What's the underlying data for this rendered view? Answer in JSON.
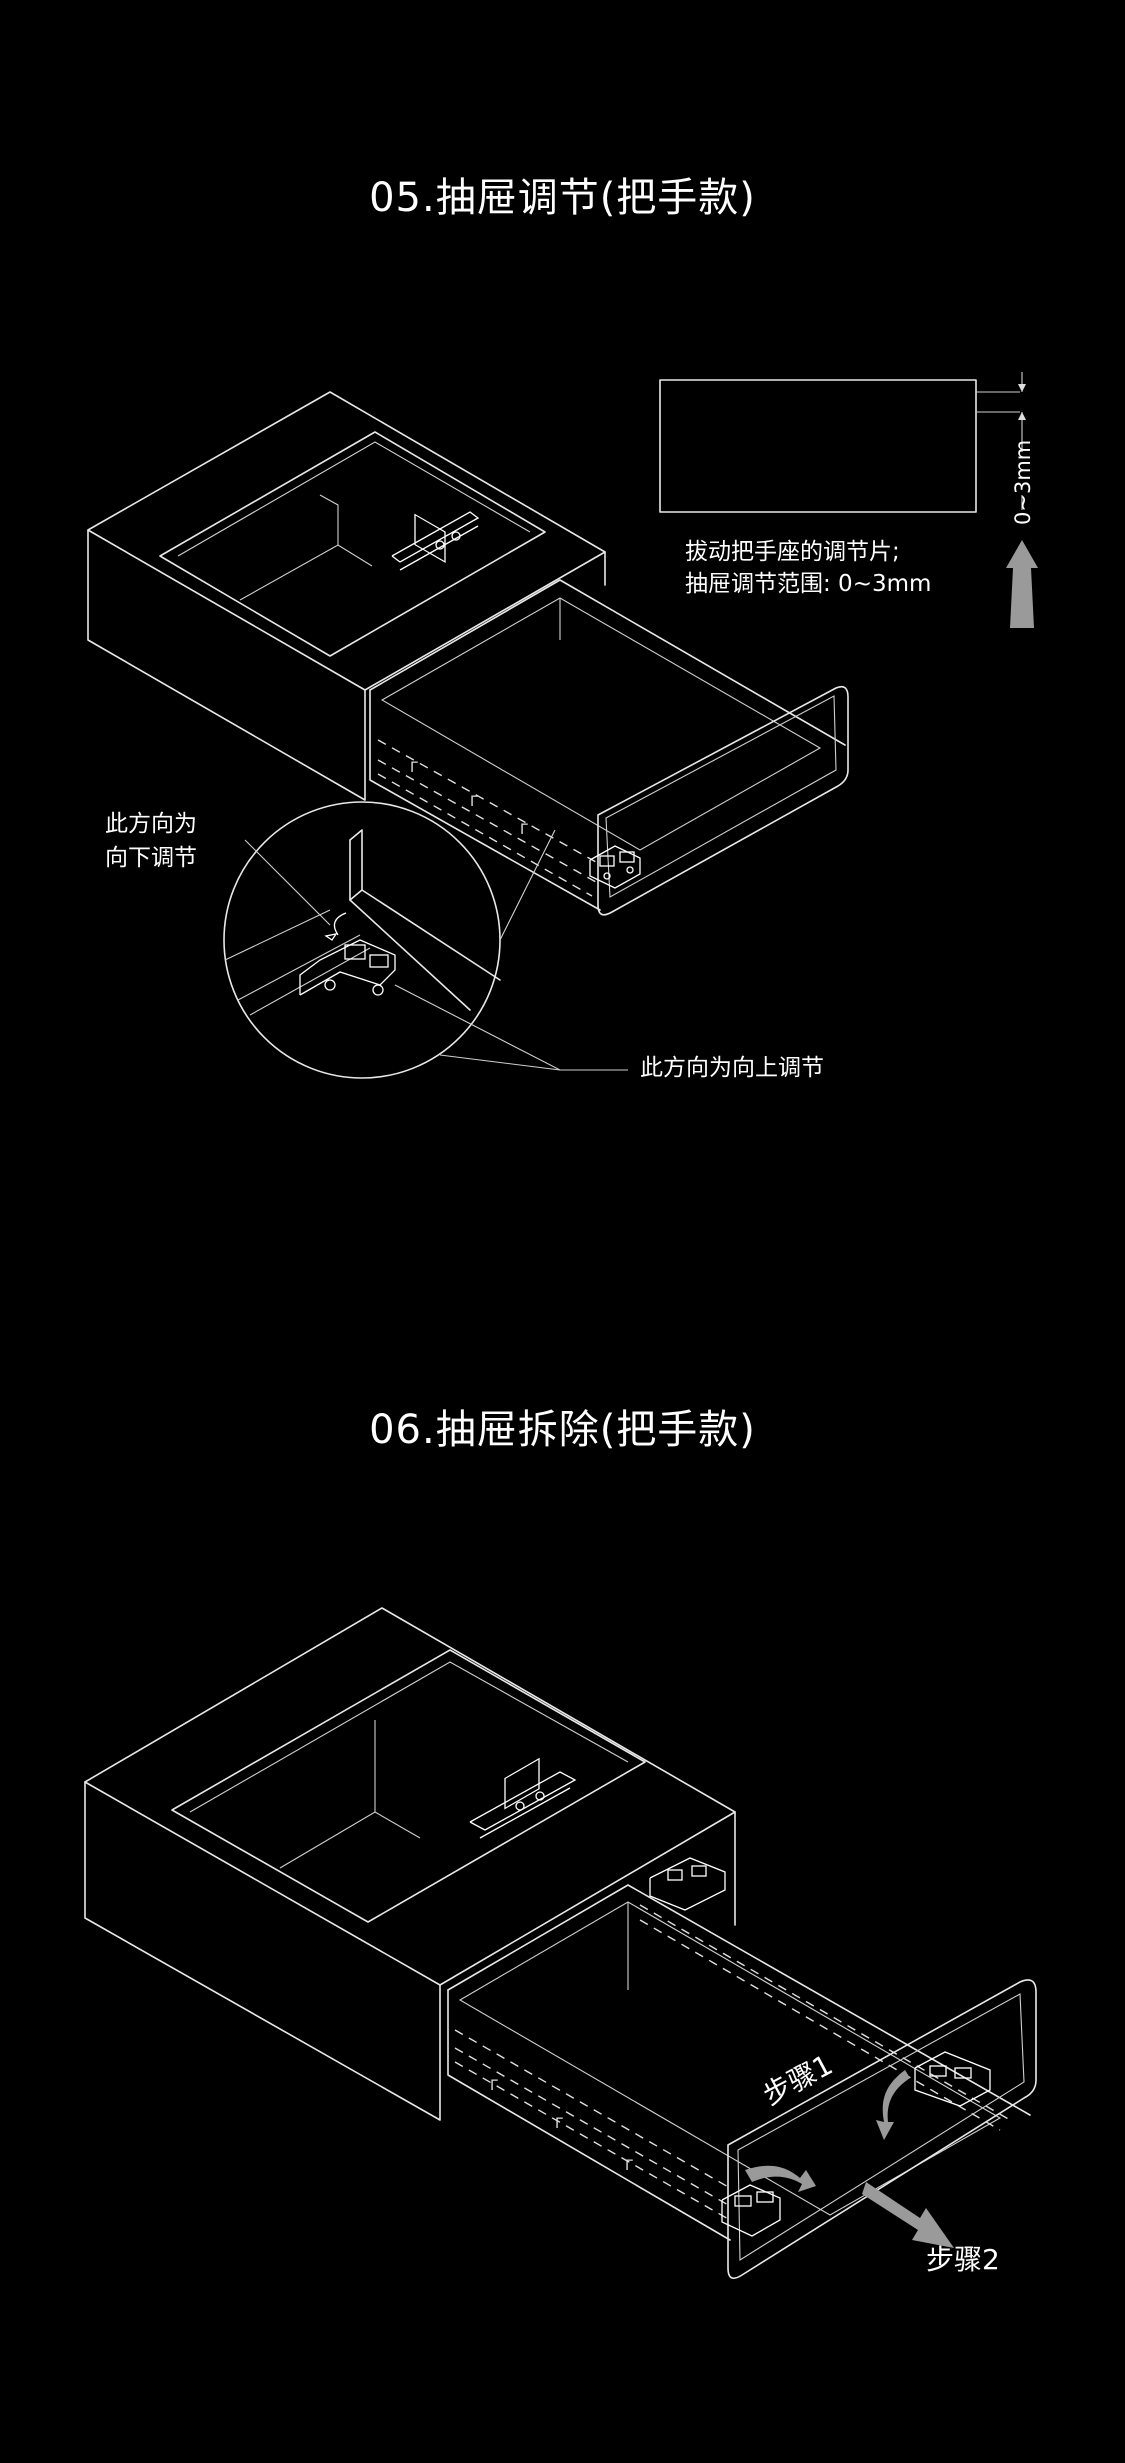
{
  "section1": {
    "title": "05.抽屉调节(把手款)",
    "note_line1": "拔动把手座的调节片;",
    "note_line2": "抽屉调节范围: 0~3mm",
    "dim_label": "0~3mm",
    "callout_down_line1": "此方向为",
    "callout_down_line2": "向下调节",
    "callout_up": "此方向为向上调节"
  },
  "section2": {
    "title": "06.抽屉拆除(把手款)",
    "step1": "步骤1",
    "step2": "步骤2"
  },
  "colors": {
    "background": "#000000",
    "line": "#e8e8e8",
    "arrow": "#9a9a9a"
  }
}
